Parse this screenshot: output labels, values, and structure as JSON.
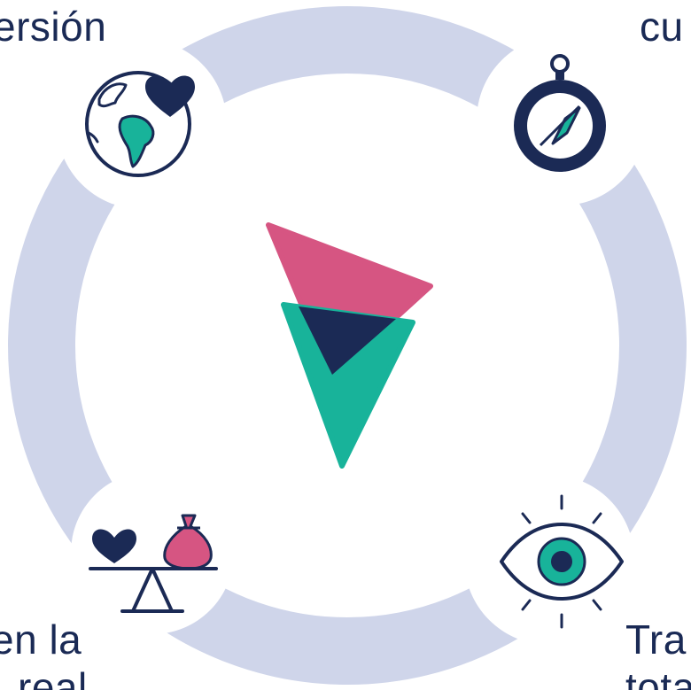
{
  "labels": {
    "top_left": "ersión",
    "top_right": "cu",
    "bottom_left_line1": "en la",
    "bottom_left_line2": "real",
    "bottom_right_line1": "Tra",
    "bottom_right_line2": "tota"
  },
  "icons": {
    "top_left": "globe-heart-icon",
    "top_right": "compass-icon",
    "bottom_left": "balance-heart-moneybag-icon",
    "bottom_right": "eye-icon",
    "center": "triangle-logo-icon"
  },
  "colors": {
    "ring": "#cfd5ea",
    "navy": "#1b2a55",
    "teal": "#18b39a",
    "pink": "#d65582",
    "white": "#ffffff"
  }
}
